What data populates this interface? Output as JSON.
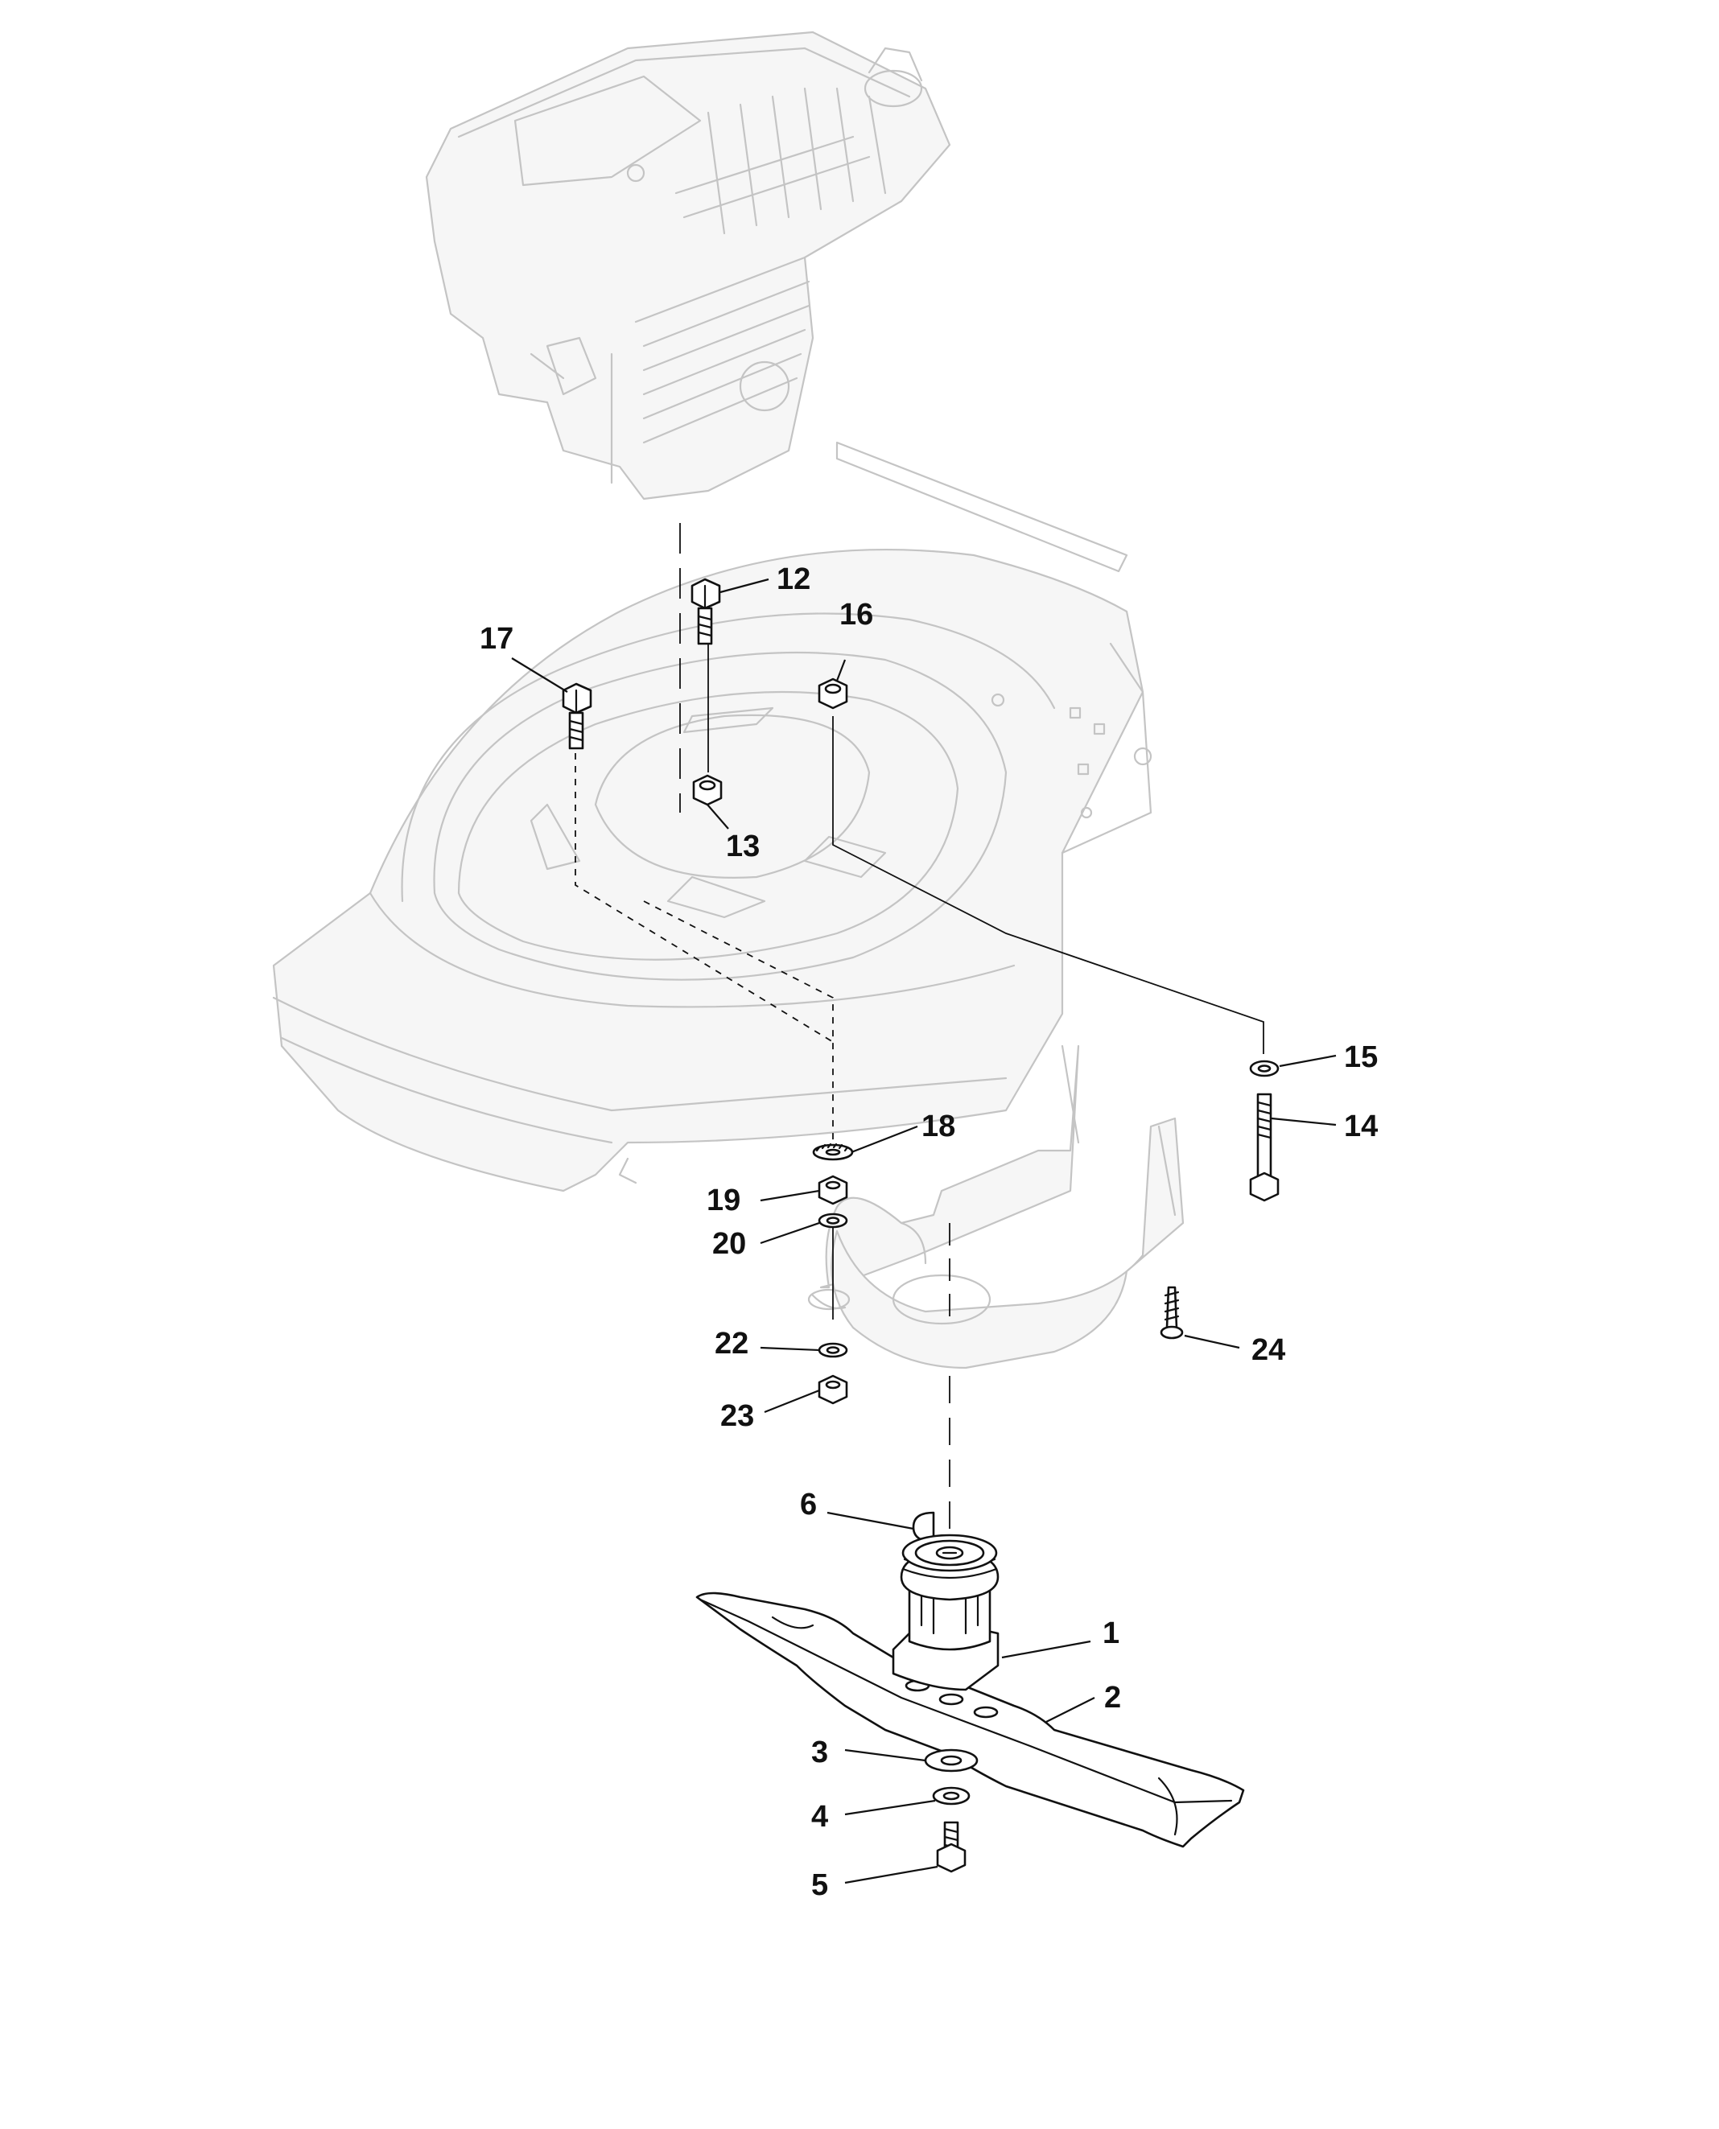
{
  "diagram": {
    "callouts": [
      {
        "id": "1",
        "text": "1"
      },
      {
        "id": "2",
        "text": "2"
      },
      {
        "id": "3",
        "text": "3"
      },
      {
        "id": "4",
        "text": "4"
      },
      {
        "id": "5",
        "text": "5"
      },
      {
        "id": "6",
        "text": "6"
      },
      {
        "id": "12",
        "text": "12"
      },
      {
        "id": "13",
        "text": "13"
      },
      {
        "id": "14",
        "text": "14"
      },
      {
        "id": "15",
        "text": "15"
      },
      {
        "id": "16",
        "text": "16"
      },
      {
        "id": "17",
        "text": "17"
      },
      {
        "id": "18",
        "text": "18"
      },
      {
        "id": "19",
        "text": "19"
      },
      {
        "id": "20",
        "text": "20"
      },
      {
        "id": "22",
        "text": "22"
      },
      {
        "id": "23",
        "text": "23"
      },
      {
        "id": "24",
        "text": "24"
      }
    ],
    "colors": {
      "ink": "#111111",
      "ghost": "#c4c4c4",
      "background": "#ffffff"
    }
  }
}
